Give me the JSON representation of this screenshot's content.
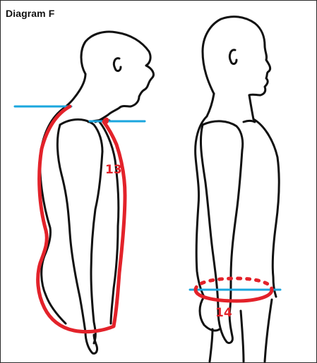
{
  "title": "Diagram F",
  "figures": [
    {
      "label": "13"
    },
    {
      "label": "14"
    }
  ],
  "colors": {
    "outline": "#111111",
    "measure": "#e3222a",
    "guide": "#1aa6de",
    "border": "#2a2a2a"
  }
}
